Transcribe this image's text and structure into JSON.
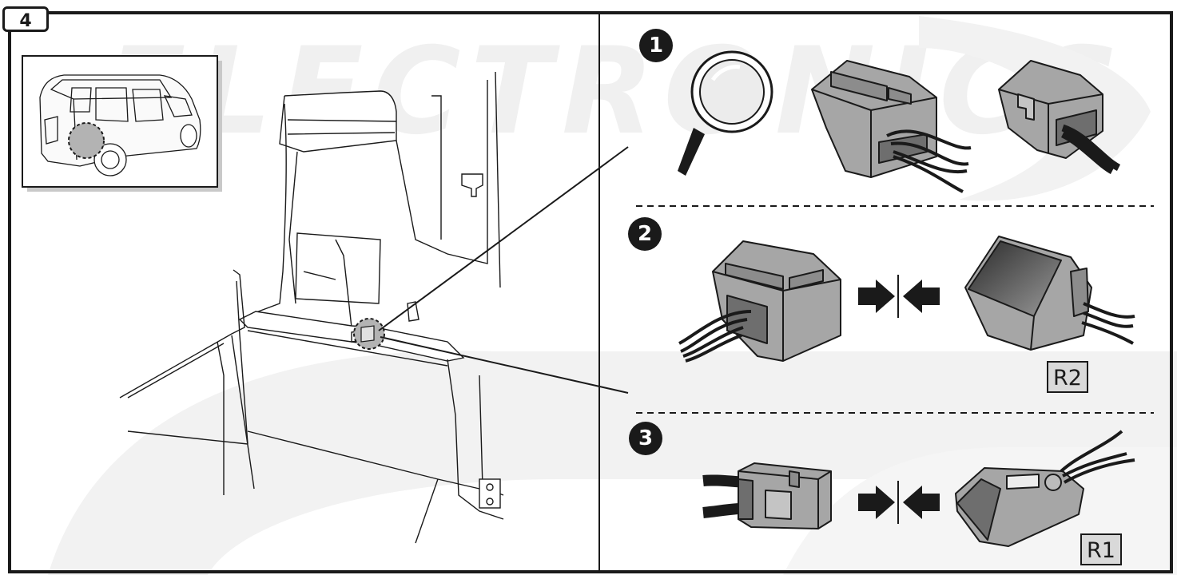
{
  "figure": {
    "number": "4"
  },
  "watermark": {
    "text": "ELECTRONICS"
  },
  "steps": [
    {
      "number": "1"
    },
    {
      "number": "2",
      "reference": "R2"
    },
    {
      "number": "3",
      "reference": "R1"
    }
  ],
  "colors": {
    "line": "#1a1a1a",
    "connector_fill": "#a6a6a6",
    "connector_dark": "#6e6e6e",
    "highlight": "#b3b3b3",
    "watermark": "#f0f0f0"
  },
  "icons": [
    "van-icon",
    "magnifier-icon",
    "connector-icon",
    "arrow-right-icon",
    "arrow-left-icon"
  ]
}
